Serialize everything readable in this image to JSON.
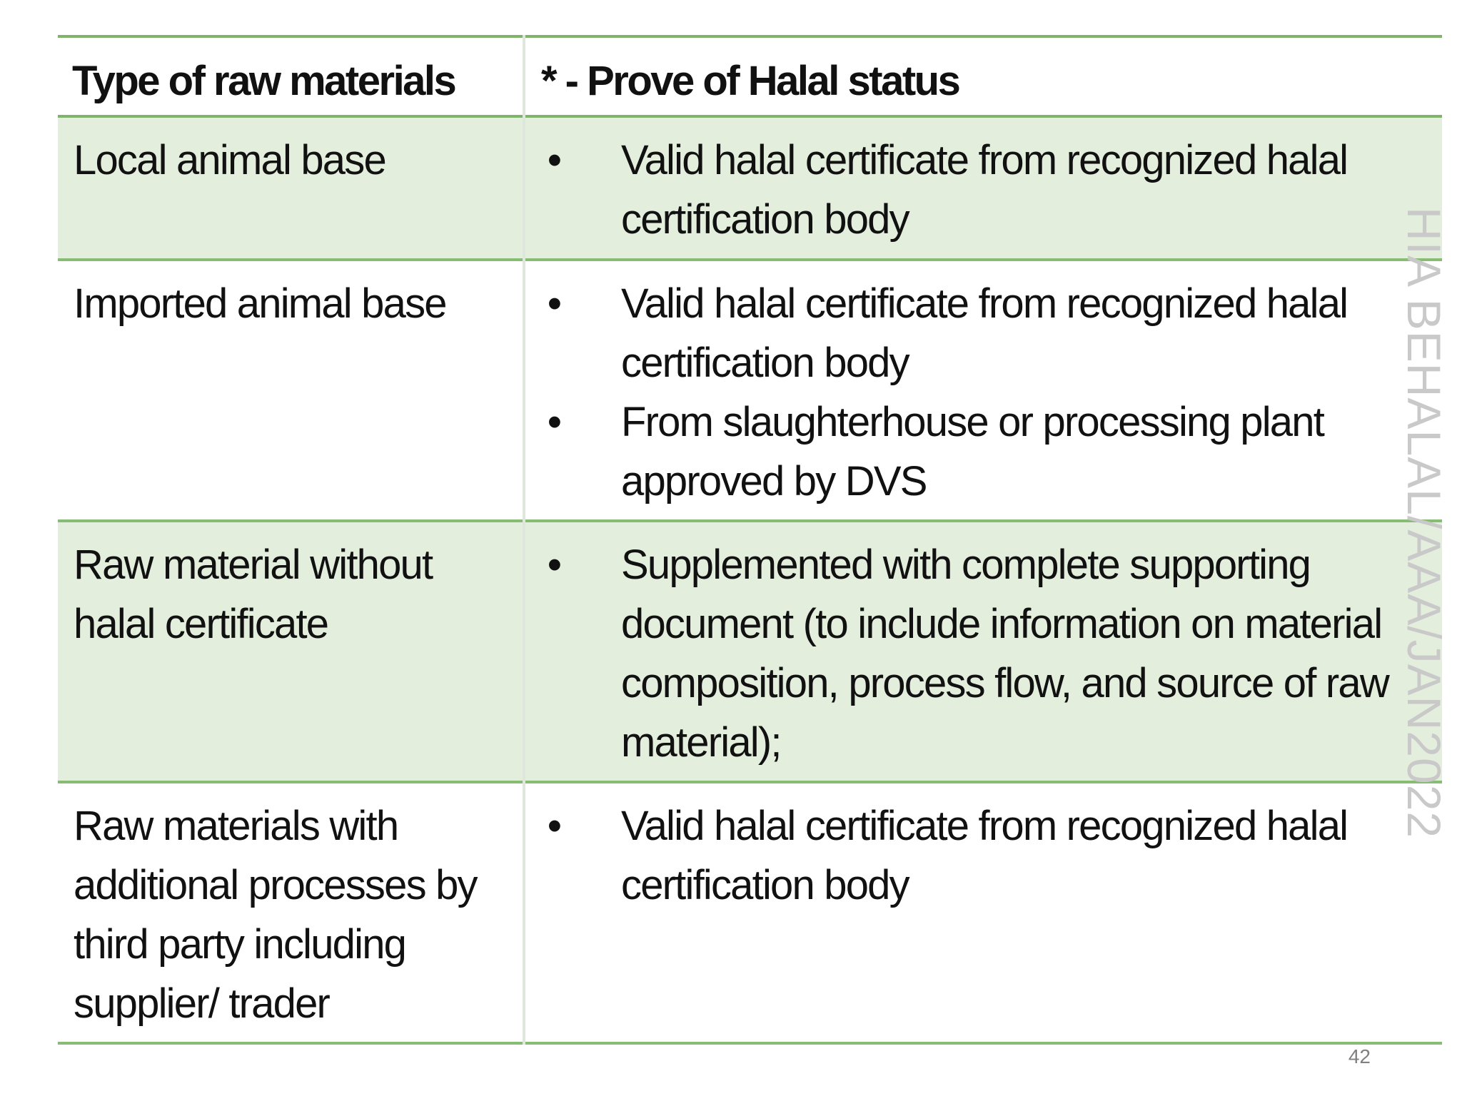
{
  "table": {
    "headers": [
      "Type of raw materials",
      "* - Prove of Halal status"
    ],
    "rows": [
      {
        "type": "Local animal base",
        "proofs": [
          "Valid halal certificate from recognized halal certification body"
        ]
      },
      {
        "type": "Imported animal base",
        "proofs": [
          "Valid halal certificate from recognized halal certification body",
          "From slaughterhouse or processing plant approved by DVS"
        ]
      },
      {
        "type": "Raw material without halal certificate",
        "proofs": [
          "Supplemented with complete supporting document (to include information on material composition, process flow, and source of raw material);"
        ]
      },
      {
        "type": "Raw materials with additional processes by third party  including supplier/ trader",
        "proofs": [
          "Valid halal certificate from recognized halal certification body"
        ]
      }
    ],
    "bullet_glyph": "•"
  },
  "watermark": "HIA BEHALAL/AAA/JAN2022",
  "page_number": "42",
  "colors": {
    "border": "#86bd72",
    "shade": "#e3eedd",
    "watermark": "#c9c9c9"
  }
}
